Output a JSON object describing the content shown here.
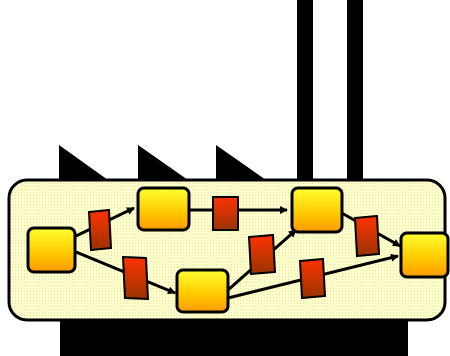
{
  "colors": {
    "factory_silhouette": "#000000",
    "factory_body_fill": "#ffffcc",
    "task_box_gradient_top": "#ffff33",
    "task_box_gradient_bottom": "#ff9900",
    "document_gradient_top": "#ff3300",
    "document_gradient_bottom": "#993300",
    "arrow": "#000000"
  },
  "icons": {
    "factory": "factory-icon",
    "task": "process-box-icon",
    "document": "document-icon"
  },
  "diagram": {
    "tasks": [
      "task-1",
      "task-2",
      "task-3",
      "task-4",
      "task-5"
    ],
    "documents": [
      "doc-1",
      "doc-2",
      "doc-3",
      "doc-4",
      "doc-5",
      "doc-6"
    ],
    "flows": [
      [
        "task-1",
        "task-2"
      ],
      [
        "task-1",
        "task-3"
      ],
      [
        "task-2",
        "task-4"
      ],
      [
        "task-3",
        "task-4"
      ],
      [
        "task-3",
        "task-5"
      ],
      [
        "task-4",
        "task-5"
      ]
    ]
  }
}
